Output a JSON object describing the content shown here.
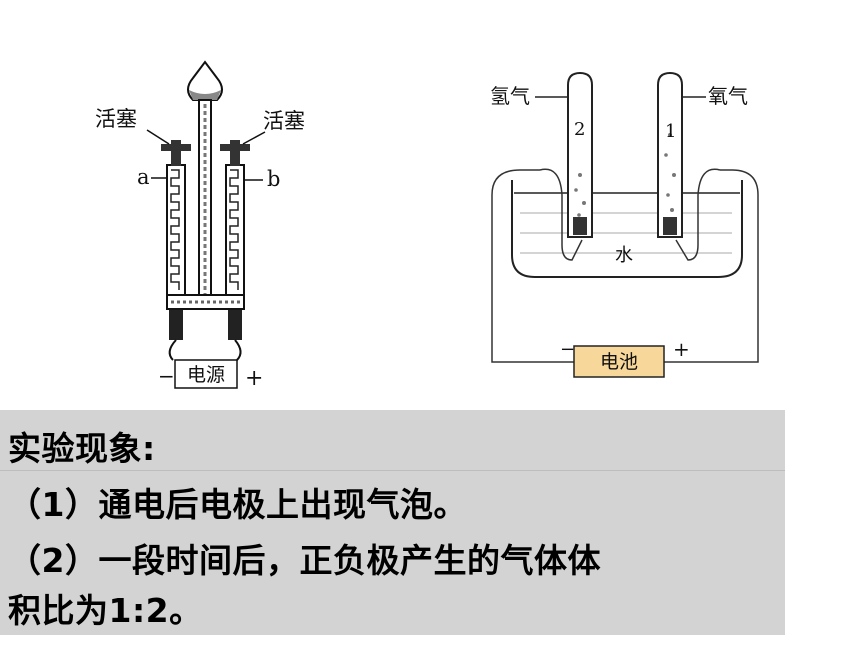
{
  "left_figure": {
    "stopcock_left": "活塞",
    "stopcock_right": "活塞",
    "tube_a": "a",
    "tube_b": "b",
    "power_source": "电源",
    "minus_sign": "−",
    "plus_sign": "+"
  },
  "right_figure": {
    "hydrogen": "氢气",
    "oxygen": "氧气",
    "tube_2": "2",
    "tube_1": "1",
    "water": "水",
    "battery": "电池",
    "minus_sign": "−",
    "plus_sign": "+",
    "battery_color": "#f8d89a"
  },
  "panel": {
    "heading": "实验现象:",
    "observation_1": "（1）通电后电极上出现气泡。",
    "observation_2_line1": "（2）一段时间后，正负极产生的气体体",
    "observation_2_line2": "积比为1:2。",
    "background": "#d3d3d3"
  }
}
